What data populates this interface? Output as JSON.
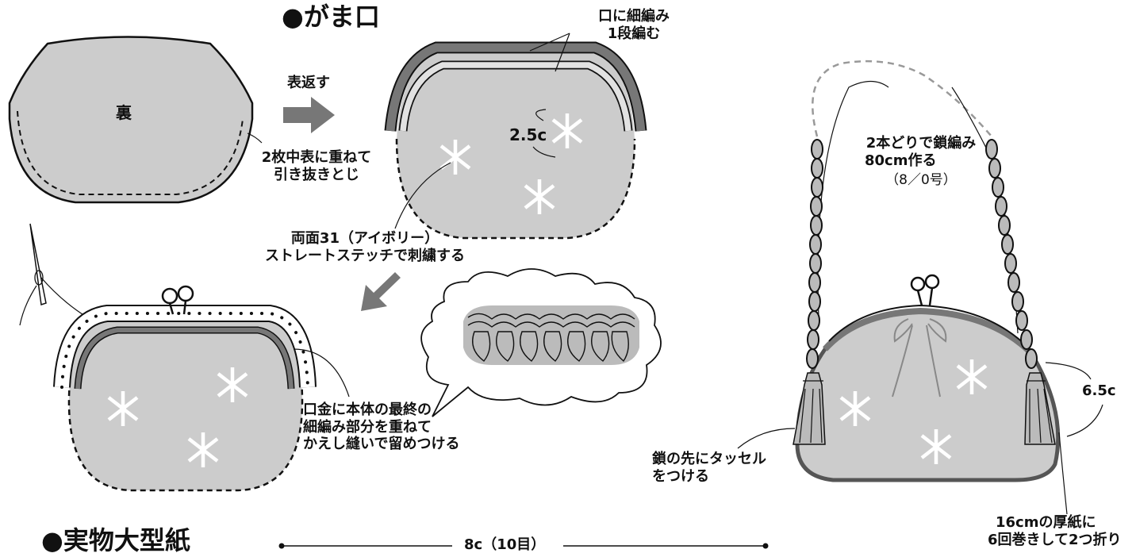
{
  "section_titles": {
    "gamaguchi": "●がま口",
    "pattern": "●実物大型紙"
  },
  "labels": {
    "ura": "裏",
    "omotegaesu": "表返す",
    "kuchi_line1": "口に細編み",
    "kuchi_line2": "1段編む",
    "dim_25": "2.5c",
    "hikinuki_line1": "2枚中表に重ねて",
    "hikinuki_line2": "引き抜きとじ",
    "embroider_line1": "両面31（アイボリー）",
    "embroider_line2": "ストレートステッチで刺繍する",
    "kuchigane_line1": "口金に本体の最終の",
    "kuchigane_line2": "細編み部分を重ねて",
    "kuchigane_line3": "かえし縫いで留めつける",
    "chain_line1": "2本どりで鎖編み",
    "chain_line2": "80cm作る",
    "chain_line3": "（8／0号）",
    "dim_65": "6.5c",
    "tassel_line1": "鎖の先にタッセル",
    "tassel_line2": "をつける",
    "card_line1": "16cmの厚紙に",
    "card_line2": "6回巻きして2つ折り",
    "dim_8": "8c（10目）"
  },
  "icons": [
    "needle-icon",
    "arrow-right-icon",
    "arrow-down-left-icon",
    "star-stitch-icon",
    "tassel-icon"
  ]
}
